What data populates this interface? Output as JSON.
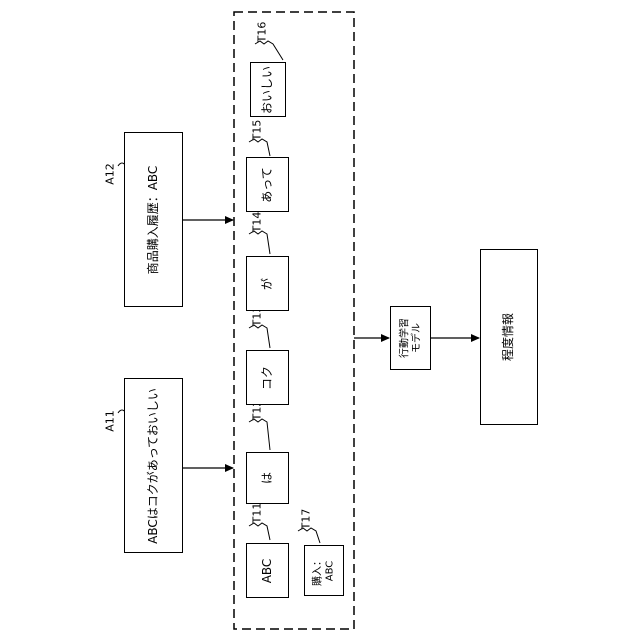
{
  "input_text": {
    "ref": "A11",
    "text": "ABCはコクがあっておいしい"
  },
  "purchase_history": {
    "ref": "A12",
    "text": "商品購入履歴：ABC"
  },
  "tokens": [
    {
      "ref": "T11",
      "text": "ABC"
    },
    {
      "ref": "T12",
      "text": "は"
    },
    {
      "ref": "T13",
      "text": "コク"
    },
    {
      "ref": "T14",
      "text": "が"
    },
    {
      "ref": "T15",
      "text": "あって"
    },
    {
      "ref": "T16",
      "text": "おいしい"
    },
    {
      "ref": "T17",
      "line1": "購入：",
      "line2": "ABC"
    }
  ],
  "model": {
    "line1": "行動学習",
    "line2": "モデル"
  },
  "output": {
    "text": "程度情報"
  }
}
